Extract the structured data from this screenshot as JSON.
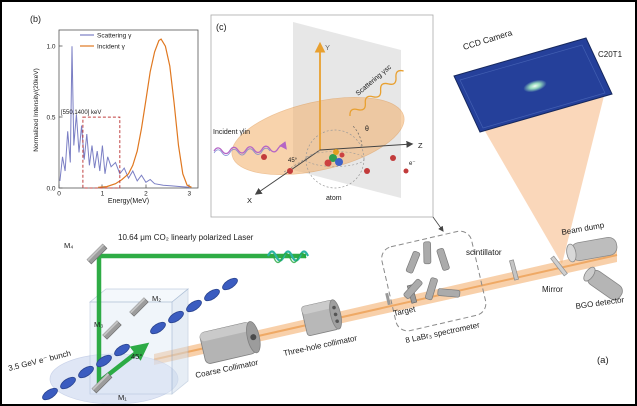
{
  "figure": {
    "panel_a_label": "(a)",
    "panel_b_label": "(b)",
    "panel_c_label": "(c)"
  },
  "chart_data": {
    "type": "line",
    "title": "",
    "xlabel": "Energy(MeV)",
    "ylabel": "Normalized Intensity/(20keV)",
    "xlim": [
      0,
      3.2
    ],
    "ylim": [
      0,
      1.1
    ],
    "xticks": [
      0,
      1,
      2,
      3
    ],
    "xtick_labels": [
      "0",
      "1",
      "2",
      "3"
    ],
    "yticks": [
      0.0,
      0.5,
      1.0
    ],
    "ytick_labels": [
      "0.0",
      "0.5",
      "1.0"
    ],
    "grid": false,
    "legend_position": "top-left",
    "annotation": {
      "label": "[550,1400] keV",
      "x0": 0.55,
      "x1": 1.4,
      "y0": 0,
      "y1": 0.5
    },
    "series": [
      {
        "name": "Scattering γ",
        "color": "#7b7fc4",
        "x": [
          0.02,
          0.08,
          0.14,
          0.2,
          0.26,
          0.3,
          0.34,
          0.4,
          0.46,
          0.52,
          0.58,
          0.64,
          0.7,
          0.76,
          0.82,
          0.88,
          0.94,
          1.0,
          1.06,
          1.12,
          1.2,
          1.3,
          1.4,
          1.5,
          1.6,
          1.7,
          1.8,
          1.9,
          2.0,
          2.1,
          2.2,
          2.4,
          2.6,
          2.8,
          3.0
        ],
        "y": [
          0.05,
          0.22,
          0.12,
          0.4,
          0.18,
          1.0,
          0.3,
          0.52,
          0.25,
          0.44,
          0.2,
          0.38,
          0.16,
          0.3,
          0.14,
          0.26,
          0.12,
          0.3,
          0.1,
          0.22,
          0.15,
          0.18,
          0.1,
          0.14,
          0.07,
          0.12,
          0.05,
          0.09,
          0.04,
          0.06,
          0.03,
          0.02,
          0.015,
          0.01,
          0.005
        ]
      },
      {
        "name": "Incident γ",
        "color": "#e07820",
        "x": [
          0.9,
          1.1,
          1.3,
          1.45,
          1.6,
          1.7,
          1.8,
          1.9,
          2.0,
          2.1,
          2.2,
          2.3,
          2.35,
          2.45,
          2.55,
          2.65,
          2.75,
          2.85,
          2.95,
          3.05
        ],
        "y": [
          0.005,
          0.01,
          0.03,
          0.06,
          0.1,
          0.16,
          0.26,
          0.42,
          0.62,
          0.82,
          0.96,
          1.04,
          1.05,
          1.0,
          0.86,
          0.6,
          0.3,
          0.1,
          0.02,
          0.005
        ]
      }
    ]
  },
  "panel_c": {
    "axis_x": "X",
    "axis_y": "Y",
    "axis_z": "Z",
    "theta": "θ",
    "angle_45": "45°",
    "incident_label": "Incident γlin",
    "scattering_label": "Scattering γsc",
    "atom_label": "atom",
    "electron_label": "e⁻"
  },
  "beamline": {
    "ebunch_label": "3.5 GeV e⁻ bunch",
    "laser_label": "10.64 μm CO₂ linearly polarized Laser",
    "mirror_m1": "M₁",
    "mirror_m2": "M₂",
    "mirror_m3": "M₃",
    "mirror_m4": "M₄",
    "angle_45": "45°",
    "coarse_collimator": "Coarse Collimator",
    "three_hole_collimator": "Three-hole collimator",
    "target": "Target",
    "spectrometer": "8 LaBr₃ spectrometer",
    "scintillator": "scintillator",
    "mirror": "Mirror",
    "beam_dump": "Beam dump",
    "bgo_detector": "BGO detector",
    "ccd_camera": "CCD Camera",
    "screen_label": "C20T1"
  },
  "colors": {
    "laser_green": "#23a83c",
    "gamma_beam_orange": "#f2a964",
    "electron_bunch_blue": "#3b5cc0",
    "camera_plate_blue": "#25409a",
    "scattering_curve": "#7b7fc4",
    "incident_curve": "#e07820",
    "roi_red": "#c04040"
  }
}
